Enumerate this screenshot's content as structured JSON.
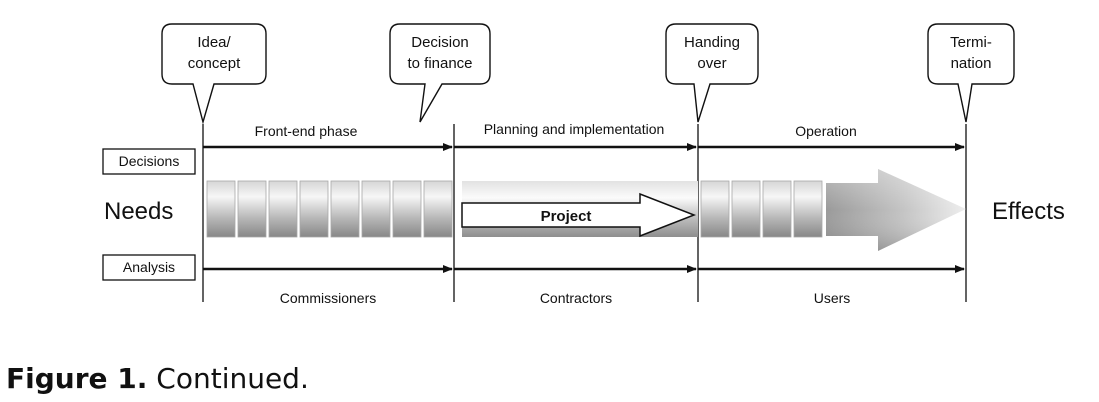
{
  "callouts": {
    "idea": [
      "Idea/",
      "concept"
    ],
    "finance": [
      "Decision",
      "to finance"
    ],
    "handover": [
      "Handing",
      "over"
    ],
    "termination": [
      "Termi-",
      "nation"
    ]
  },
  "phases": {
    "front_end": "Front-end phase",
    "planning": "Planning and implementation",
    "operation": "Operation"
  },
  "side_boxes": {
    "decisions": "Decisions",
    "analysis": "Analysis"
  },
  "flow": {
    "needs": "Needs",
    "effects": "Effects",
    "project": "Project"
  },
  "actors": {
    "commissioners": "Commissioners",
    "contractors": "Contractors",
    "users": "Users"
  },
  "caption": {
    "label": "Figure 1.",
    "text": "Continued."
  },
  "colors": {
    "line": "#111111",
    "band_light": "#f2f2f2",
    "band_dark": "#8a8a8a"
  }
}
